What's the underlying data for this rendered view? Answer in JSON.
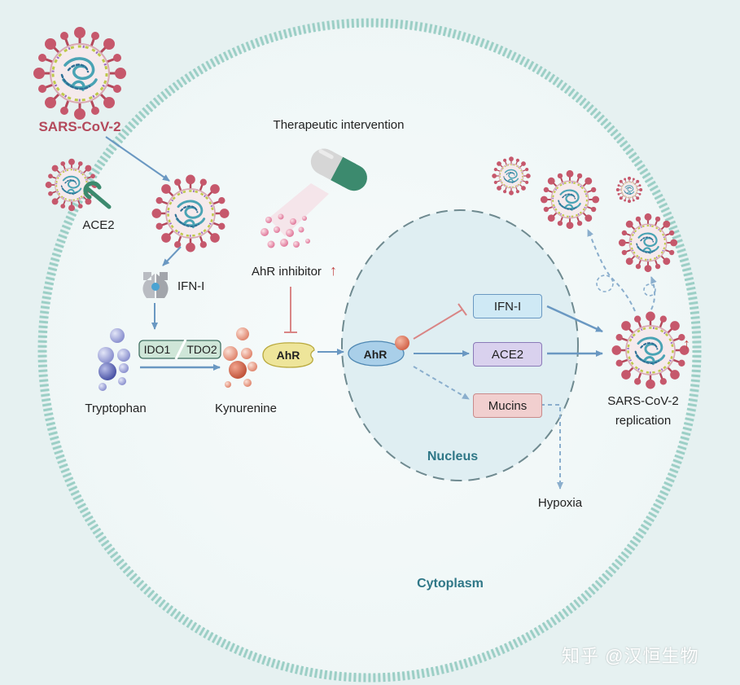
{
  "labels": {
    "sars_cov2_title": "SARS-CoV-2",
    "ace2_receptor": "ACE2",
    "ifn_receptor": "IFN-I",
    "ido1": "IDO1",
    "tdo2": "TDO2",
    "tryptophan": "Tryptophan",
    "kynurenine": "Kynurenine",
    "ahr_cyto": "AhR",
    "ahr_nuc": "AhR",
    "therapeutic": "Therapeutic intervention",
    "ahr_inhibitor": "AhR inhibitor",
    "gene_ifn": "IFN-I",
    "gene_ace2": "ACE2",
    "gene_mucins": "Mucins",
    "nucleus": "Nucleus",
    "hypoxia": "Hypoxia",
    "replication_line1": "SARS-CoV-2",
    "replication_line2": "replication",
    "cytoplasm": "Cytoplasm",
    "watermark": "知乎 @汉恒生物"
  },
  "colors": {
    "background": "#e6f1f1",
    "cell_fill": "#f2f8f8",
    "membrane": "#9ccfc6",
    "nucleus_fill": "#dfeef2",
    "virus_spike": "#c6586c",
    "virus_body": "#f5eaec",
    "title_red": "#b4495b",
    "region_teal": "#2f7787",
    "ifn_box": "#cfe9f5",
    "ace2_box": "#d9d1ee",
    "mucins_box": "#f1cfcf",
    "ahr_yellow": "#eee59a",
    "ahr_blue": "#a9cfe9",
    "arrow_blue": "#6a98c2",
    "inhibit_red": "#d98585",
    "capsule_gray": "#c9c9c9",
    "capsule_green": "#3c8a6e"
  },
  "icons": [
    "virus-icon",
    "ace2-receptor-icon",
    "ifn-receptor-icon",
    "capsule-icon",
    "up-arrow-icon",
    "inhibition-bar-icon",
    "molecule-cluster-icon"
  ]
}
